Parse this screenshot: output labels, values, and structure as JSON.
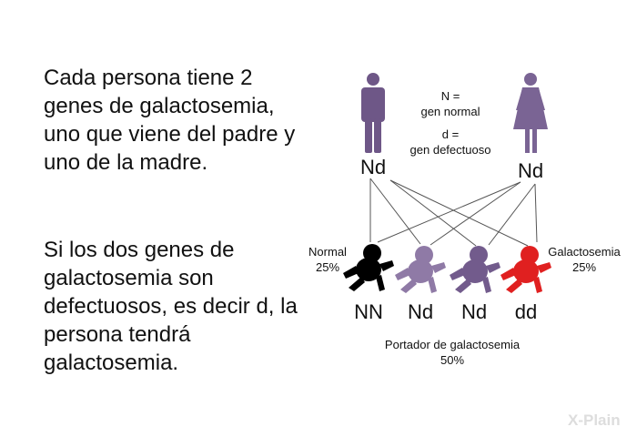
{
  "text": {
    "p1": "Cada persona tiene 2 genes de galactosemia, uno que viene del padre y uno de la madre.",
    "p2": "Si los dos genes de galactosemia son defectuosos, es decir d, la persona tendrá galactosemia."
  },
  "legend": {
    "n": "N =",
    "n_desc": "gen normal",
    "d": "d =",
    "d_desc": "gen defectuoso"
  },
  "parents": {
    "father": "Nd",
    "mother": "Nd"
  },
  "children": [
    {
      "genes": "NN",
      "color": "#000000"
    },
    {
      "genes": "Nd",
      "color": "#8f7aa6"
    },
    {
      "genes": "Nd",
      "color": "#725b8c"
    },
    {
      "genes": "dd",
      "color": "#e02020"
    }
  ],
  "labels": {
    "normal": "Normal",
    "normal_pct": "25%",
    "gal": "Galactosemia",
    "gal_pct": "25%",
    "carrier": "Portador de galactosemia",
    "carrier_pct": "50%"
  },
  "logo": "X-Plain",
  "colors": {
    "parent": "#6e5787"
  }
}
